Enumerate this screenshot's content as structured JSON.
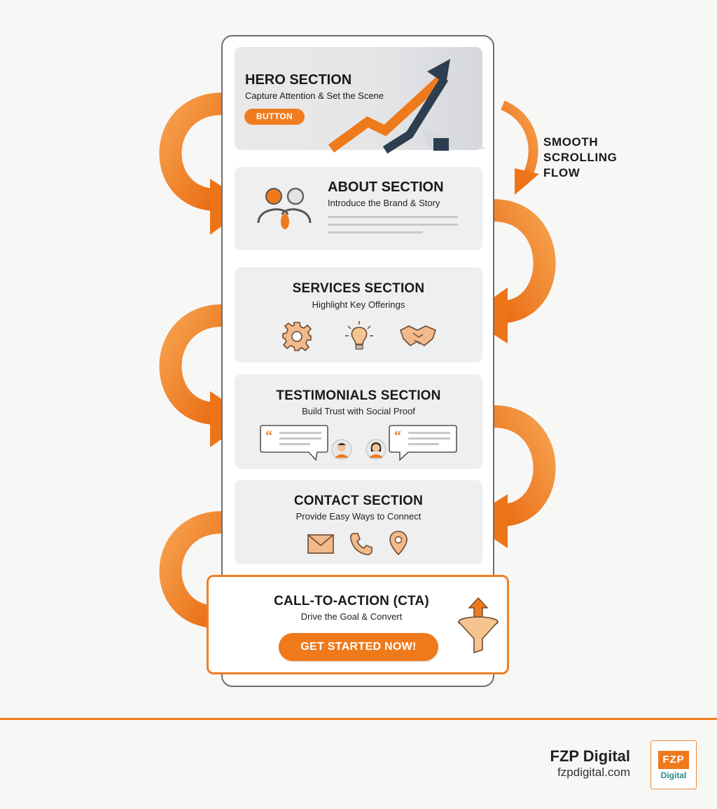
{
  "hero": {
    "title": "HERO SECTION",
    "subtitle": "Capture Attention & Set the Scene",
    "button": "BUTTON"
  },
  "flow_label": [
    "SMOOTH",
    "SCROLLING",
    "FLOW"
  ],
  "about": {
    "title": "ABOUT SECTION",
    "subtitle": "Introduce the Brand & Story",
    "icon": "people-icon"
  },
  "services": {
    "title": "SERVICES SECTION",
    "subtitle": "Highlight Key Offerings",
    "icons": [
      "gear-icon",
      "lightbulb-icon",
      "handshake-icon"
    ]
  },
  "testimonials": {
    "title": "TESTIMONIALS SECTION",
    "subtitle": "Build Trust with Social Proof",
    "icons": [
      "quote-bubble-icon",
      "avatar-male-icon",
      "avatar-female-icon",
      "quote-bubble-icon"
    ]
  },
  "contact": {
    "title": "CONTACT SECTION",
    "subtitle": "Provide Easy Ways to Connect",
    "icons": [
      "envelope-icon",
      "phone-icon",
      "location-pin-icon"
    ]
  },
  "cta": {
    "title": "CALL-TO-ACTION (CTA)",
    "subtitle": "Drive the Goal & Convert",
    "button": "GET STARTED NOW!",
    "icon": "funnel-icon"
  },
  "footer": {
    "brand": "FZP Digital",
    "url": "fzpdigital.com",
    "logo_letters": "FZP",
    "logo_word": "Digital"
  },
  "colors": {
    "accent": "#ef7a1c",
    "accent_light": "#f6a04d",
    "card_bg": "#efefef",
    "text": "#1a1a1a",
    "logo_teal": "#2a8a8a"
  }
}
